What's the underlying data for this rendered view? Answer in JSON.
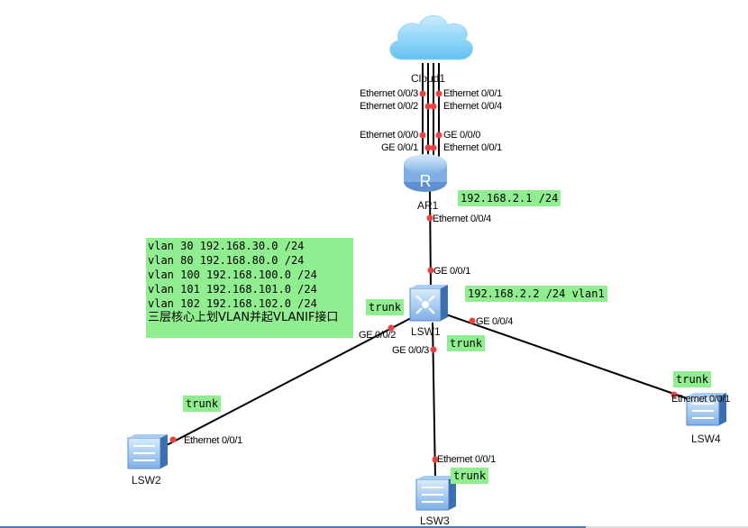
{
  "devices": {
    "cloud": "Cloud1",
    "router": "AR1",
    "core_switch": "LSW1",
    "sw2": "LSW2",
    "sw3": "LSW3",
    "sw4": "LSW4"
  },
  "ports": {
    "cloud_p1": "Ethernet 0/0/3",
    "cloud_p2": "Ethernet 0/0/1",
    "cloud_p3": "Ethernet 0/0/2",
    "cloud_p4": "Ethernet 0/0/4",
    "ar_p1": "Ethernet 0/0/0",
    "ar_p2": "GE 0/0/0",
    "ar_p3": "GE 0/0/1",
    "ar_p4": "Ethernet 0/0/1",
    "ar_down": "Ethernet 0/0/4",
    "lsw1_up": "GE 0/0/1",
    "lsw1_g2": "GE 0/0/2",
    "lsw2_e1": "Ethernet 0/0/1",
    "lsw1_g3": "GE 0/0/3",
    "lsw3_e1": "Ethernet 0/0/1",
    "lsw1_g4": "GE 0/0/4",
    "lsw4_e1": "Ethernet 0/0/1"
  },
  "tags": {
    "ar_ip": "192.168.2.1 /24",
    "lsw1_ip": "192.168.2.2 /24 vlan1",
    "trunk": "trunk"
  },
  "note": {
    "lines": [
      "vlan 30 192.168.30.0 /24",
      "vlan 80 192.168.80.0 /24",
      "vlan 100 192.168.100.0 /24",
      "vlan 101 192.168.101.0 /24",
      "vlan 102 192.168.102.0 /24"
    ],
    "caption": "三层核心上划VLAN并起VLANIF接口"
  },
  "colors": {
    "label_bg": "#90ee90",
    "port_dot": "#f04040",
    "cloud": "#7ec8f0",
    "device": "#6aa0d8"
  }
}
